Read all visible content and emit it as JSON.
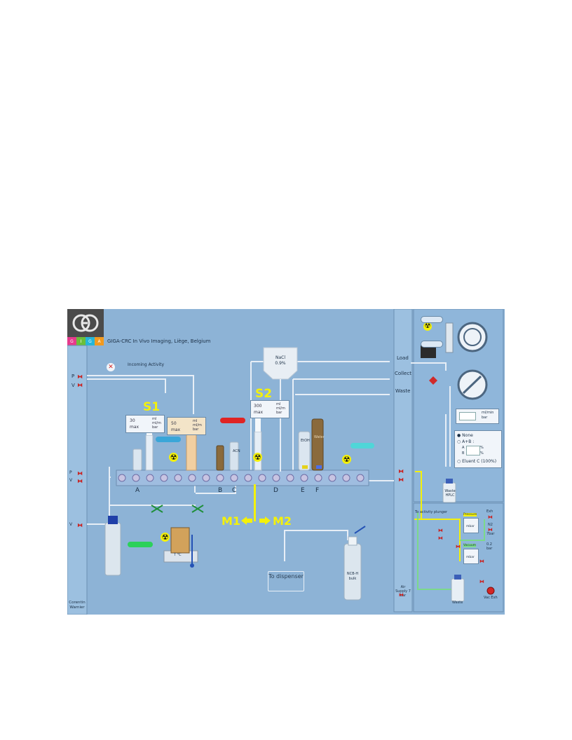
{
  "header": {
    "brand_letters": [
      "G",
      "I",
      "G",
      "A"
    ],
    "brand_colors": [
      "#e63a8c",
      "#6bbf3a",
      "#25b6d8",
      "#f29a1f"
    ],
    "title": "GIGA-CRC In Vivo Imaging, Liège, Belgium"
  },
  "left_controls": {
    "p_label": "P",
    "v_label": "V",
    "v2_label": "V",
    "p2_label": "P",
    "v3_label": "V",
    "author": "Corentin Warnier"
  },
  "incoming_activity": "Incoming Activity",
  "syringes": {
    "s1": {
      "label": "S1",
      "value": "30",
      "max": "max",
      "units": "ml\nml/m\nbar"
    },
    "s1b": {
      "value": "50",
      "max": "max",
      "units": "ml\nml/m\nbar"
    },
    "s2": {
      "label": "S2",
      "value": "300",
      "max": "max",
      "units": "ml\nml/m\nbar"
    }
  },
  "bottles": {
    "nacl": "NaCl 0.9%",
    "acn": "ACN",
    "etoh": "EtOH",
    "water": "Water"
  },
  "manifold_letters": [
    "A",
    "B",
    "C",
    "D",
    "E",
    "F"
  ],
  "movement": {
    "m1": "M1",
    "m2": "M2"
  },
  "reactor": {
    "temp": "T °C"
  },
  "dispenser": "To dispenser",
  "bulk": "NCB-H bulk",
  "right_column": {
    "load": "Load",
    "collect": "Collect",
    "waste": "Waste",
    "air_supply": "Air Supply 7 bar"
  },
  "hplc": {
    "units": "ml/min\nbar",
    "options": [
      "None",
      "A+B :",
      "Eluent C (100%)"
    ],
    "a_label": "A",
    "b_label": "B",
    "pct": "%",
    "waste_hplc": "Waste HPLC"
  },
  "gas": {
    "to_plunger": "To activity plunger",
    "pressure": "Pressure",
    "vacuum": "Vacuum",
    "mbar": "mbar",
    "exh": "Exh",
    "n2": "N2",
    "bar7": "7bar",
    "bar02": "0.2 bar",
    "waste": "Waste",
    "vac_exh": "Vac Exh"
  }
}
